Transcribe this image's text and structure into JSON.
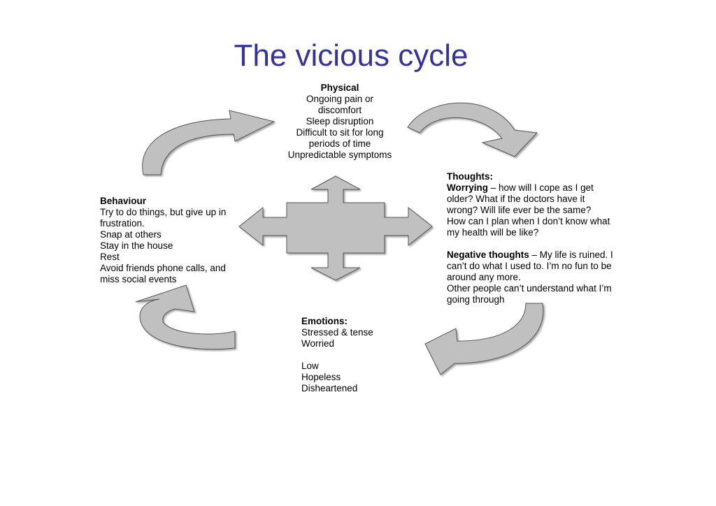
{
  "title": "The vicious cycle",
  "colors": {
    "title": "#333399",
    "shape_fill": "#c0c0c0",
    "shape_stroke": "#555555"
  },
  "physical": {
    "heading": "Physical",
    "lines": [
      "Ongoing pain or",
      "discomfort",
      "Sleep disruption",
      "Difficult to sit for long",
      "periods of time",
      "Unpredictable symptoms"
    ]
  },
  "behaviour": {
    "heading": "Behaviour",
    "lines": [
      "Try to do things, but give up in",
      "frustration.",
      "Snap at others",
      "Stay in the house",
      "Rest",
      "Avoid friends phone calls, and",
      "miss social events"
    ]
  },
  "thoughts": {
    "heading": "Thoughts:",
    "worrying_label": "Worrying",
    "worrying_first": " – how will I cope as I get",
    "worrying_lines": [
      "older? What if the doctors have it",
      "wrong? Will life ever be the same?",
      "How can I plan when I don’t know what",
      "my health will be like?"
    ],
    "negative_label": "Negative thoughts",
    "negative_first": " – My life is ruined. I",
    "negative_lines": [
      "can’t do what I used to. I’m no fun to be",
      "around any more.",
      "Other people can’t understand what I’m",
      "going through"
    ]
  },
  "emotions": {
    "heading": "Emotions:",
    "lines_a": [
      "Stressed & tense",
      "Worried"
    ],
    "lines_b": [
      "Low",
      "Hopeless",
      "Disheartened"
    ]
  }
}
